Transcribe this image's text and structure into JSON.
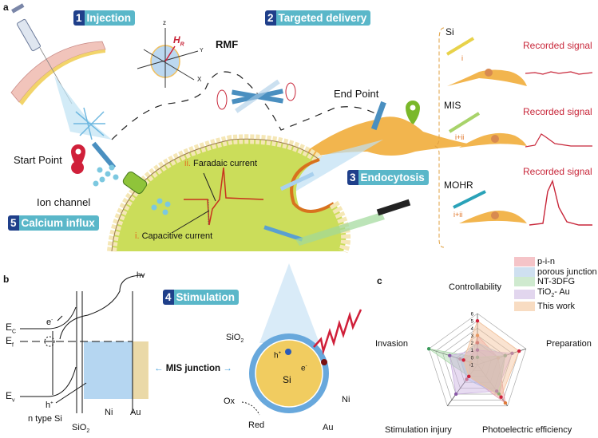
{
  "panel_a": {
    "letter": "a",
    "steps": [
      {
        "num": "1",
        "label": "Injection"
      },
      {
        "num": "2",
        "label": "Targeted delivery"
      },
      {
        "num": "3",
        "label": "Endocytosis"
      },
      {
        "num": "4",
        "label": "Stimulation"
      },
      {
        "num": "5",
        "label": "Calcium influx"
      }
    ],
    "rmf_label": "RMF",
    "hr_label": "H",
    "hr_sub": "R",
    "axes": {
      "z": "z",
      "y": "Y",
      "x": "X"
    },
    "start_point": "Start Point",
    "end_point": "End Point",
    "ion_channel": "Ion channel",
    "faradaic_num": "ii.",
    "faradaic": "Faradaic current",
    "capacitive_num": "i.",
    "capacitive": "Capacitive current",
    "signals": [
      {
        "material": "Si",
        "mode": "i",
        "label": "Recorded signal",
        "rod_color": "#e8d24a",
        "peak": 0.05
      },
      {
        "material": "MIS",
        "mode": "i+ii",
        "label": "Recorded signal",
        "rod_color": "#a8d36a",
        "peak": 0.3
      },
      {
        "material": "MOHR",
        "mode": "i+ii",
        "label": "Recorded signal",
        "rod_color": "#2aa2b8",
        "peak": 1.0
      }
    ]
  },
  "panel_b": {
    "letter": "b",
    "hv": "hv",
    "ec": "E",
    "ec_sub": "C",
    "ef": "E",
    "ef_sub": "f",
    "ev": "E",
    "ev_sub": "v",
    "electron": "e",
    "hole": "h",
    "n_type": "n type Si",
    "sio2": "SiO",
    "sio2_sub": "2",
    "ni": "Ni",
    "au": "Au",
    "mis_junction": "MIS junction",
    "particle": {
      "sio2": "SiO",
      "sio2_sub": "2",
      "si": "Si",
      "hole": "h",
      "electron": "e",
      "ni": "Ni",
      "au": "Au",
      "ox": "Ox",
      "red": "Red"
    }
  },
  "panel_c": {
    "letter": "c"
  },
  "chart_data": {
    "type": "radar",
    "title": "",
    "axes": [
      "Controllability",
      "Preparation",
      "Photoelectric efficiency",
      "Stimulation injury",
      "Invasion"
    ],
    "range": [
      -1,
      6
    ],
    "ticks": [
      "-1",
      "0",
      "1",
      "2",
      "3",
      "4",
      "5",
      "6"
    ],
    "legend_position": "top-right",
    "series": [
      {
        "name": "p-i-n",
        "color": "#e8a0a8",
        "values": [
          3,
          2,
          5.5,
          1,
          0
        ]
      },
      {
        "name": "porous junction",
        "color": "#a9c8e6",
        "values": [
          2,
          3,
          4,
          1.5,
          1.5
        ]
      },
      {
        "name": "NT-3DFG",
        "color": "#a9d8a8",
        "values": [
          0,
          3,
          4,
          1,
          6
        ]
      },
      {
        "name": "TiO2- Au",
        "legend_main": "TiO",
        "legend_sub": "2",
        "legend_rest": "- Au",
        "color": "#c9b0e0",
        "values": [
          1,
          4,
          3.5,
          4,
          3
        ]
      },
      {
        "name": "This work",
        "color": "#f5c29a",
        "values": [
          5,
          5,
          4.5,
          1,
          1
        ]
      }
    ],
    "marker_colors": [
      "#e07a3a",
      "#c05060",
      "#3a9a5a",
      "#8a5aa8",
      "#d0203a"
    ]
  }
}
